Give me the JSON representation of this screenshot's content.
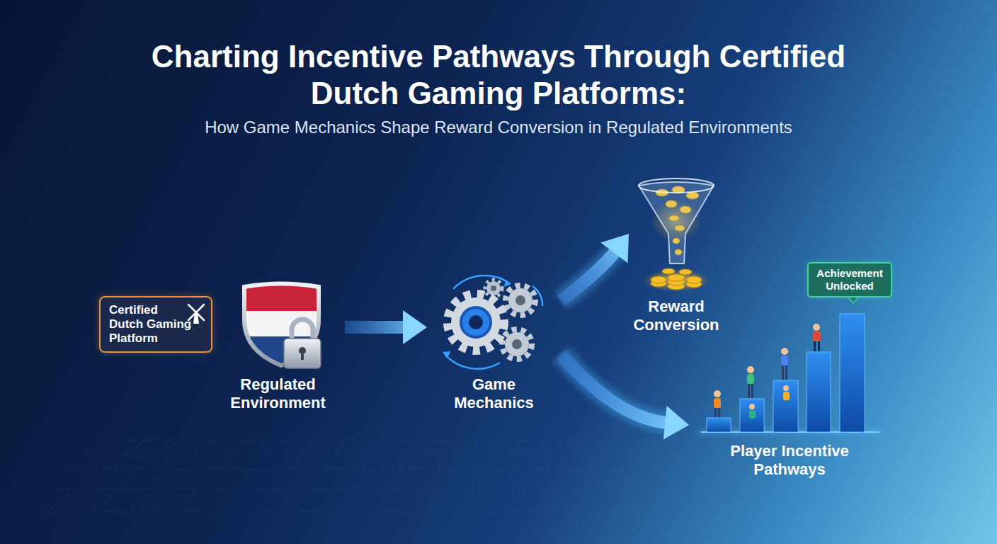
{
  "diagram": {
    "title": "Charting Incentive Pathways Through Certified Dutch Gaming Platforms:",
    "caption": "How Game Mechanics Shape Reward Conversion in Regulated Environments",
    "nodes": [
      {
        "text": [
          "Certified Dutch Gaming Platform"
        ]
      },
      {
        "text": [
          "Regulated Environment"
        ]
      },
      {
        "text": [
          "Game Mechanics"
        ]
      },
      {
        "text": [
          "Reward Conversion"
        ]
      },
      {
        "text": [
          "Player Incentive Pathways"
        ]
      },
      {
        "text": [
          "Achievement Unlocked"
        ]
      }
    ],
    "edges": [
      {
        "from": 1,
        "to": 2,
        "arrow": "to"
      },
      {
        "from": 2,
        "to": 3,
        "arrow": "to"
      },
      {
        "from": 2,
        "to": 4,
        "arrow": "to"
      }
    ]
  }
}
